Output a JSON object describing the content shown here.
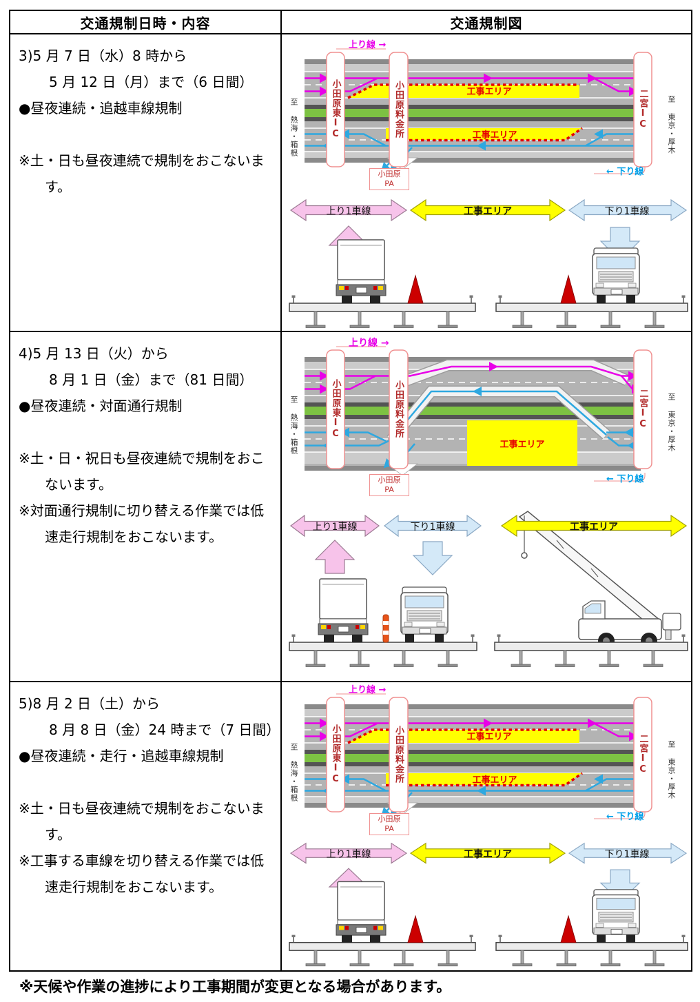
{
  "header": {
    "col1": "交通規制日時・内容",
    "col2": "交通規制図"
  },
  "rows": [
    {
      "line1": "3)5 月 7 日（水）8 時から",
      "line2": "5 月 12 日（月）まで（6 日間）",
      "regulation": "●昼夜連続・追越車線規制",
      "note1": "※土・日も昼夜連続で規制をおこないます。",
      "note2": ""
    },
    {
      "line1": "4)5 月 13 日（火）から",
      "line2": "8 月 1 日（金）まで（81 日間）",
      "regulation": "●昼夜連続・対面通行規制",
      "note1": "※土・日・祝日も昼夜連続で規制をおこないます。",
      "note2": "※対面通行規制に切り替える作業では低速走行規制をおこないます。"
    },
    {
      "line1": "5)8 月 2 日（土）から",
      "line2": "8 月 8 日（金）24 時まで（7 日間）",
      "regulation": "●昼夜連続・走行・追越車線規制",
      "note1": "※土・日も昼夜連続で規制をおこないます。",
      "note2": "※工事する車線を切り替える作業では低速走行規制をおこないます。"
    }
  ],
  "footnote": "※天候や作業の進捗により工事期間が変更となる場合があります。",
  "diagram": {
    "up_line": "上り線 →",
    "down_line": "← 下り線",
    "dest_left": "至 熱海・箱根",
    "dest_right": "至 東京・厚木",
    "ic_left": "小田原東IC",
    "tollgate": "小田原料金所",
    "ic_right": "二宮IC",
    "pa": "小田原\nPA",
    "work_area": "工事エリア",
    "lane_up": "上り1車線",
    "lane_down": "下り1車線"
  },
  "colors": {
    "up_line_magenta": "#e800e8",
    "down_line_blue": "#2ea8e0",
    "work_area_yellow": "#ffff00",
    "regulation_red": "#e60000",
    "median_green": "#7dc243",
    "lane_pink_fill": "#f7c3ea",
    "lane_blue_fill": "#d4e9f8",
    "label_red": "#b22a2a"
  }
}
